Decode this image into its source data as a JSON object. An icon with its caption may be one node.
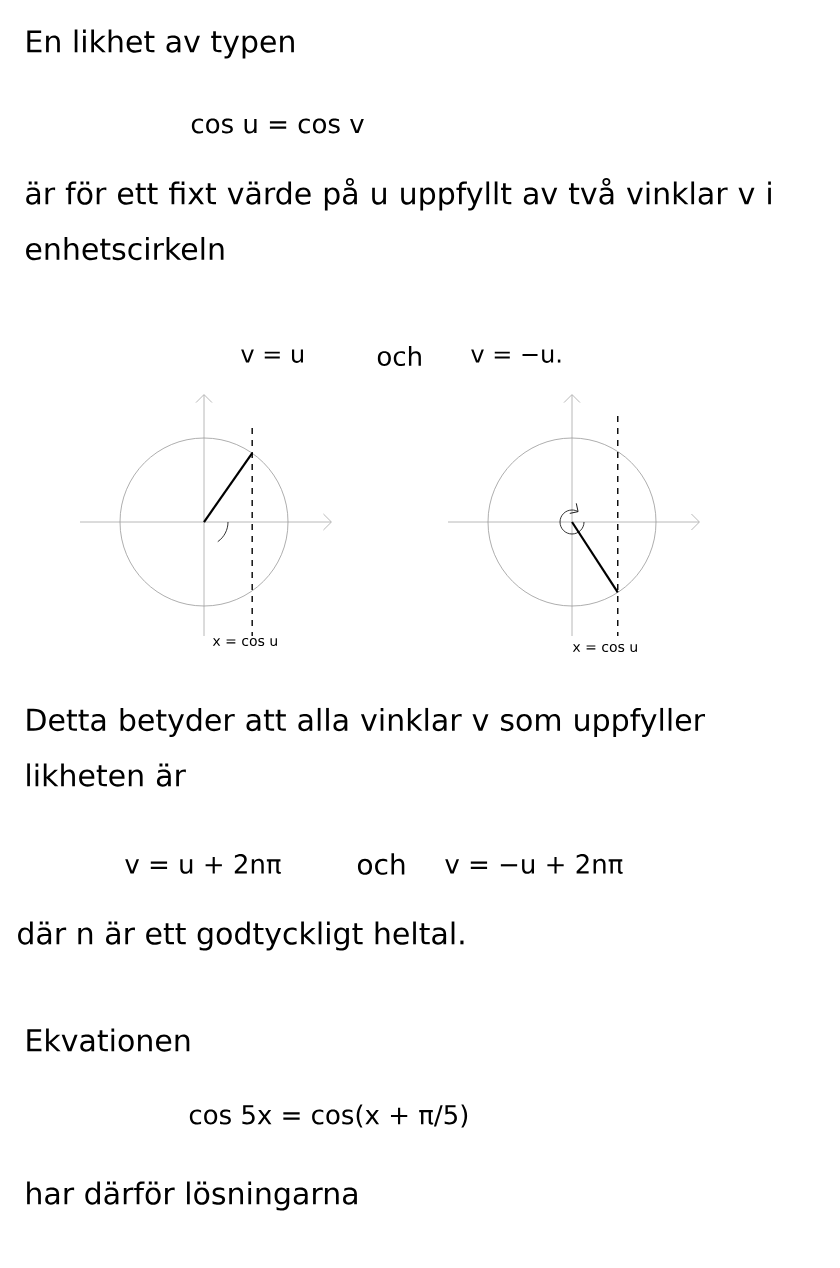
{
  "diagram": {
    "labels": [
      "En likhet av typen",
      "cos u = cos v",
      "är för ett fixt värde på u uppfyllt av två vinklar v i enhetscirkeln",
      "v = u",
      "och",
      "v = −u.",
      "x = cos u",
      "x = cos u",
      "Detta betyder att alla vinklar v som uppfyller likheten är",
      "v = u + 2nπ",
      "och",
      "v = −u + 2nπ",
      "där n är ett godtyckligt heltal.",
      "Ekvationen",
      "cos 5x = cos(x + π/5)",
      "har därför lösningarna"
    ]
  }
}
